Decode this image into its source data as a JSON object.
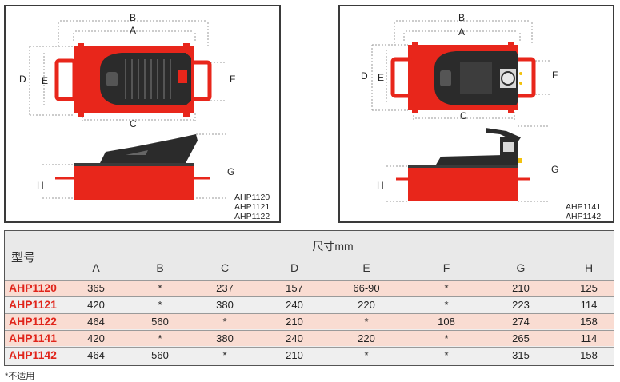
{
  "left_diagram": {
    "dims": {
      "b": "B",
      "a": "A",
      "d": "D",
      "e": "E",
      "f": "F",
      "c": "C",
      "g": "G",
      "h": "H"
    },
    "models": [
      "AHP1120",
      "AHP1121",
      "AHP1122"
    ]
  },
  "right_diagram": {
    "dims": {
      "b": "B",
      "a": "A",
      "d": "D",
      "e": "E",
      "f": "F",
      "c": "C",
      "g": "G",
      "h": "H"
    },
    "models": [
      "AHP1141",
      "AHP1142"
    ]
  },
  "table": {
    "type_label": "型号",
    "units_title": "尺寸mm",
    "columns": [
      "A",
      "B",
      "C",
      "D",
      "E",
      "F",
      "G",
      "H"
    ],
    "rows": [
      {
        "model": "AHP1120",
        "values": [
          "365",
          "*",
          "237",
          "157",
          "66-90",
          "*",
          "210",
          "125"
        ]
      },
      {
        "model": "AHP1121",
        "values": [
          "420",
          "*",
          "380",
          "240",
          "220",
          "*",
          "223",
          "114"
        ]
      },
      {
        "model": "AHP1122",
        "values": [
          "464",
          "560",
          "*",
          "210",
          "*",
          "108",
          "274",
          "158"
        ]
      },
      {
        "model": "AHP1141",
        "values": [
          "420",
          "*",
          "380",
          "240",
          "220",
          "*",
          "265",
          "114"
        ]
      },
      {
        "model": "AHP1142",
        "values": [
          "464",
          "560",
          "*",
          "210",
          "*",
          "*",
          "315",
          "158"
        ]
      }
    ]
  },
  "footnote": "*不适用",
  "colors": {
    "pump_red": "#e8261b",
    "model_red": "#e0251b",
    "row_pink": "#f9dcd2"
  }
}
